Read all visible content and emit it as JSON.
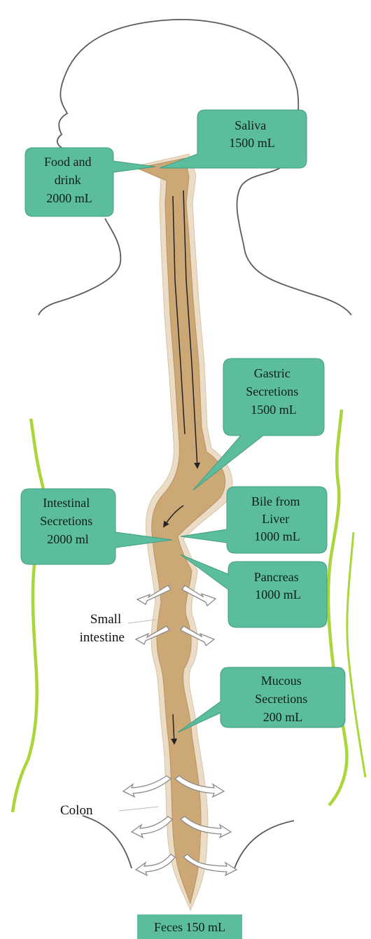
{
  "colors": {
    "callout_fill": "#5bbd9e",
    "tract_fill": "#cda877",
    "tract_rim": "#eadcc6",
    "body_outline": "#5a5a5a",
    "torso_outline": "#a9d63a"
  },
  "labels": {
    "food_and_drink": {
      "lines": [
        "Food and",
        "drink",
        "2000 mL"
      ]
    },
    "saliva": {
      "lines": [
        "Saliva",
        "1500 mL"
      ]
    },
    "gastric": {
      "lines": [
        "Gastric",
        "Secretions",
        "1500 mL"
      ]
    },
    "intestinal": {
      "lines": [
        "Intestinal",
        "Secretions",
        "2000 ml"
      ]
    },
    "bile": {
      "lines": [
        "Bile from",
        "Liver",
        "1000 mL"
      ]
    },
    "pancreas": {
      "lines": [
        "Pancreas",
        "1000 mL"
      ]
    },
    "mucous": {
      "lines": [
        "Mucous",
        "Secretions",
        "200 mL"
      ]
    },
    "small_intestine": {
      "lines": [
        "Small",
        "intestine"
      ]
    },
    "colon": "Colon",
    "feces": "Feces 150 mL"
  }
}
